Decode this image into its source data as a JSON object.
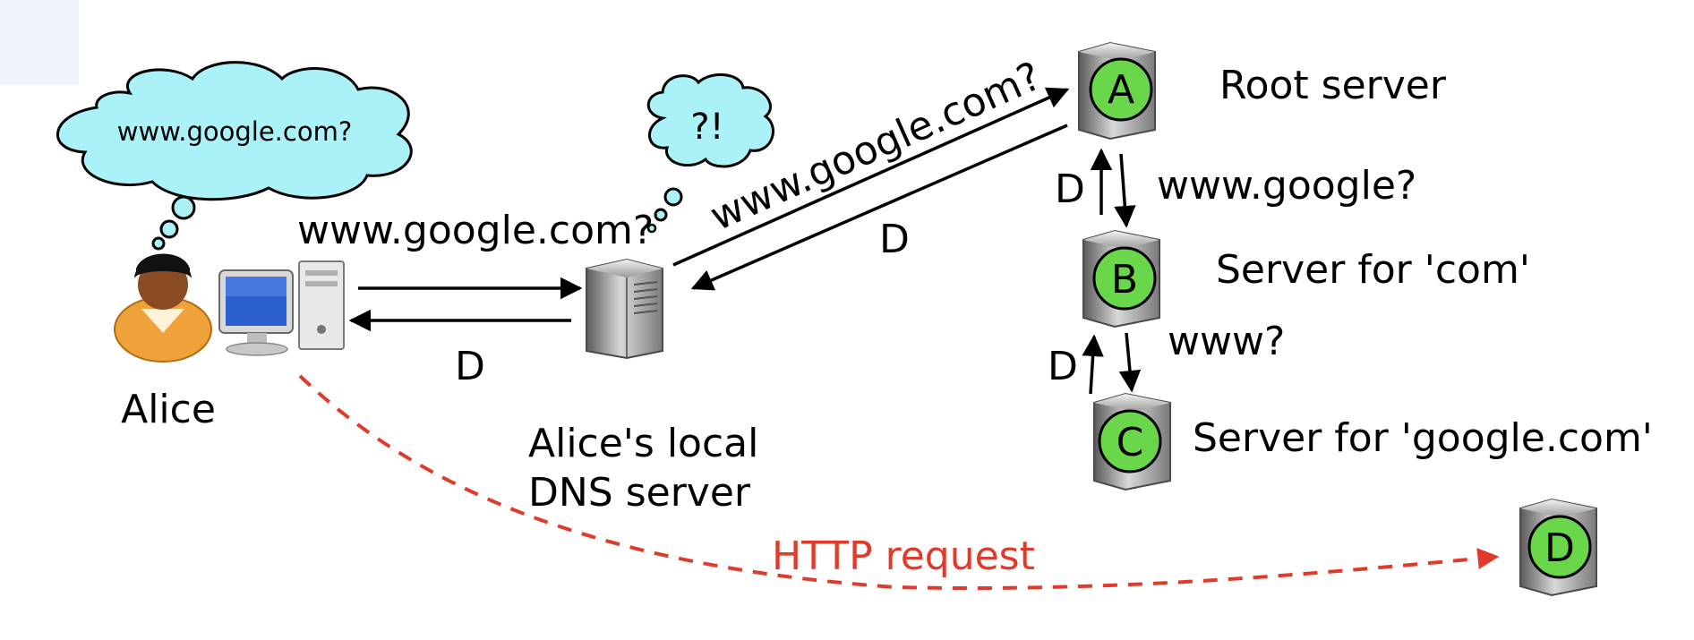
{
  "nodes": {
    "alice": {
      "label": "Alice"
    },
    "local_dns": {
      "label_line1": "Alice's local",
      "label_line2": "DNS server"
    },
    "root": {
      "letter": "A",
      "label": "Root server"
    },
    "com": {
      "letter": "B",
      "label": "Server for 'com'"
    },
    "google": {
      "letter": "C",
      "label": "Server for 'google.com'"
    },
    "web": {
      "letter": "D"
    }
  },
  "thoughts": {
    "alice": "www.google.com?",
    "local_dns": "?!"
  },
  "messages": {
    "alice_to_local": "www.google.com?",
    "local_to_alice": "D",
    "local_to_root": "www.google.com?",
    "root_to_local": "D",
    "root_to_com": "www.google?",
    "com_to_root": "D",
    "com_to_google": "www?",
    "google_to_com": "D",
    "http": "HTTP request"
  },
  "colors": {
    "bubble_fill": "#aaf2f7",
    "bubble_stroke": "#000000",
    "badge_fill": "#6ad64a",
    "http_arrow": "#e03a2a"
  }
}
